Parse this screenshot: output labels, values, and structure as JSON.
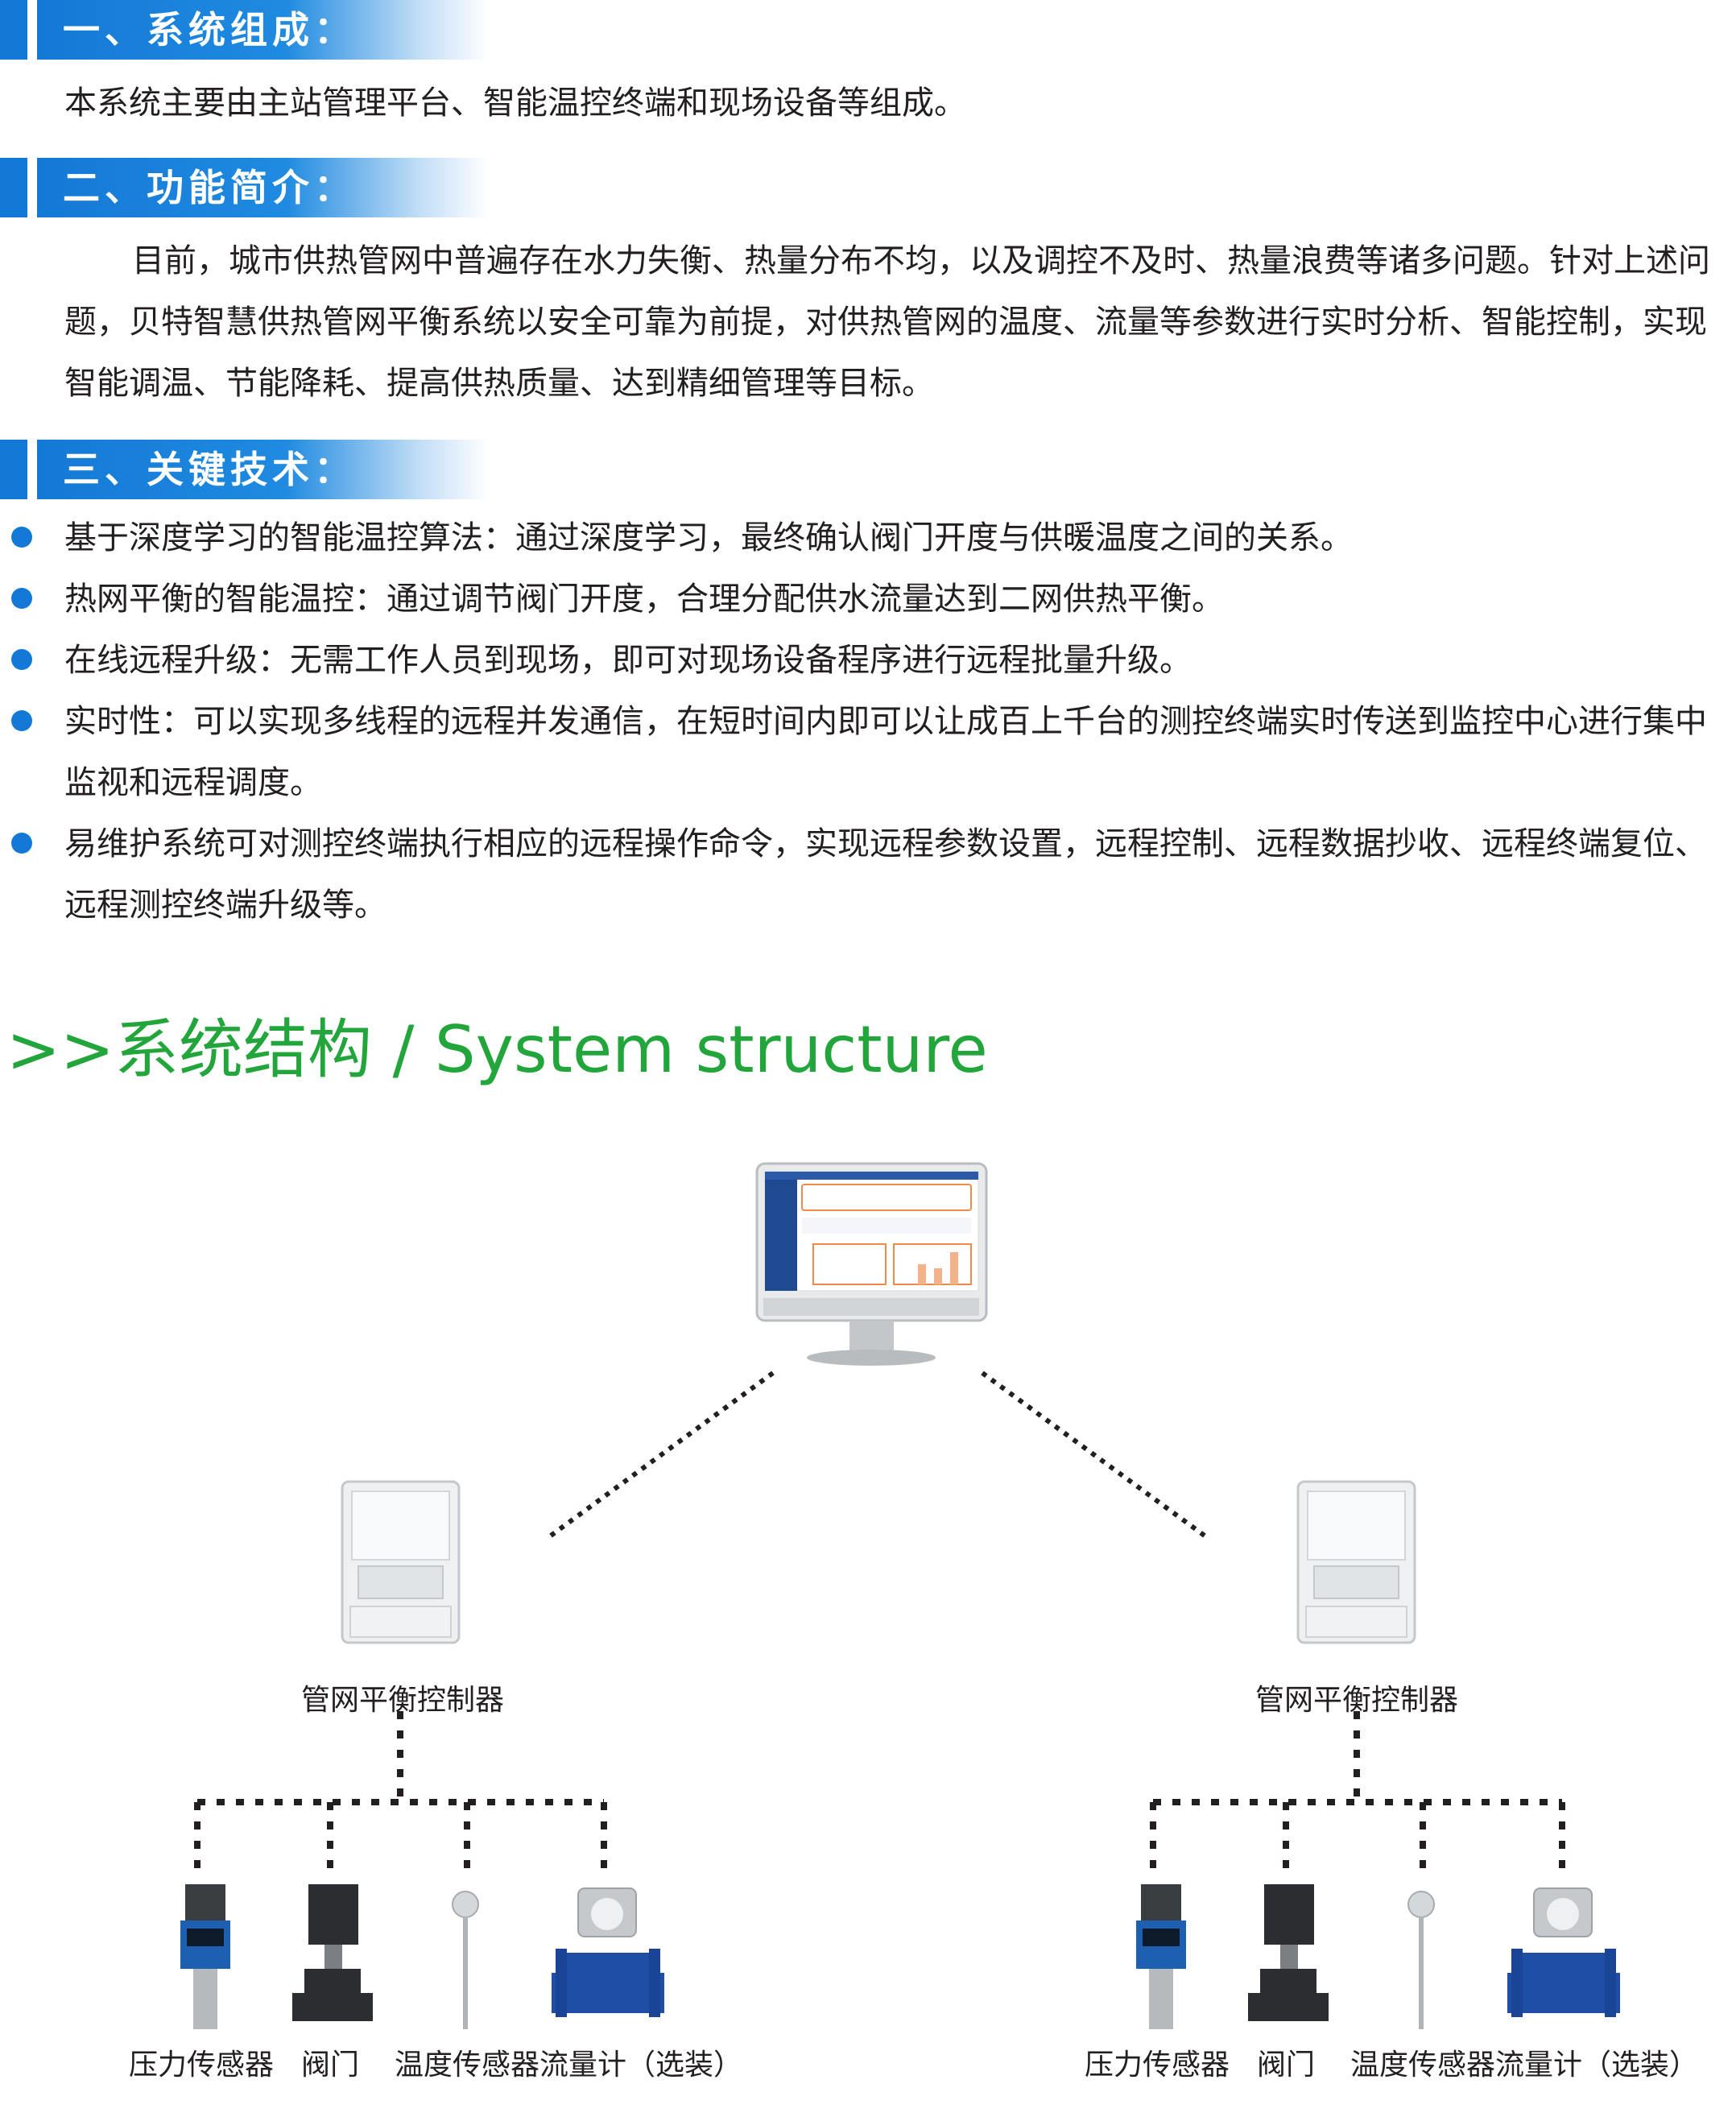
{
  "sections": [
    {
      "title": "一、系统组成：",
      "paragraph": "本系统主要由主站管理平台、智能温控终端和现场设备等组成。"
    },
    {
      "title": "二、功能简介：",
      "paragraph": "目前，城市供热管网中普遍存在水力失衡、热量分布不均，以及调控不及时、热量浪费等诸多问题。针对上述问题，贝特智慧供热管网平衡系统以安全可靠为前提，对供热管网的温度、流量等参数进行实时分析、智能控制，实现智能调温、节能降耗、提高供热质量、达到精细管理等目标。"
    },
    {
      "title": "三、关键技术：",
      "bullets": [
        "基于深度学习的智能温控算法：通过深度学习，最终确认阀门开度与供暖温度之间的关系。",
        "热网平衡的智能温控：通过调节阀门开度，合理分配供水流量达到二网供热平衡。",
        "在线远程升级：无需工作人员到现场，即可对现场设备程序进行远程批量升级。",
        "实时性：可以实现多线程的远程并发通信，在短时间内即可以让成百上千台的测控终端实时传送到监控中心进行集中监视和远程调度。",
        "易维护系统可对测控终端执行相应的远程操作命令，实现远程参数设置，远程控制、远程数据抄收、远程终端复位、远程测控终端升级等。"
      ]
    }
  ],
  "structure": {
    "title": ">>系统结构 / System structure",
    "controller_label": "管网平衡控制器",
    "devices": [
      "压力传感器",
      "阀门",
      "温度传感器",
      "流量计（选装）"
    ]
  },
  "colors": {
    "blue": "#1479d6",
    "green": "#22a63b",
    "text": "#231f20"
  }
}
